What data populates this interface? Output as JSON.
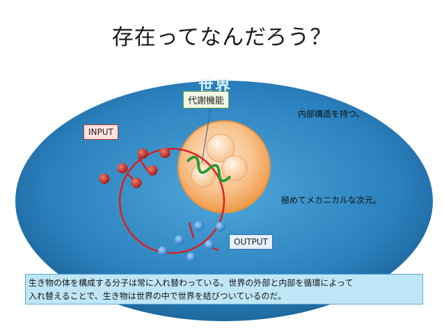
{
  "title": "存在ってなんだろう？",
  "world_label": "世界",
  "metabolism_label": "代謝機能",
  "input_label": "INPUT",
  "output_label": "OUTPUT",
  "internal_label": "内部構造を持つ。",
  "mechanical_label": "極めてメカニカルな次元。",
  "caption_line1": "生き物の体を構成する分子は常に入れ替わっている。世界の外部と内部を循環によって",
  "caption_line2": "入れ替えることで、生き物は世界の中で世界を結びついているのだ。",
  "colors": {
    "world_fill": "#1e6fa6",
    "cell_fill": "#f6b06a",
    "red_molecule": "#c0392b",
    "blue_molecule": "#3a8fd6",
    "cycle_stroke": "#d9201f",
    "wave_stroke": "#2e9a35"
  }
}
